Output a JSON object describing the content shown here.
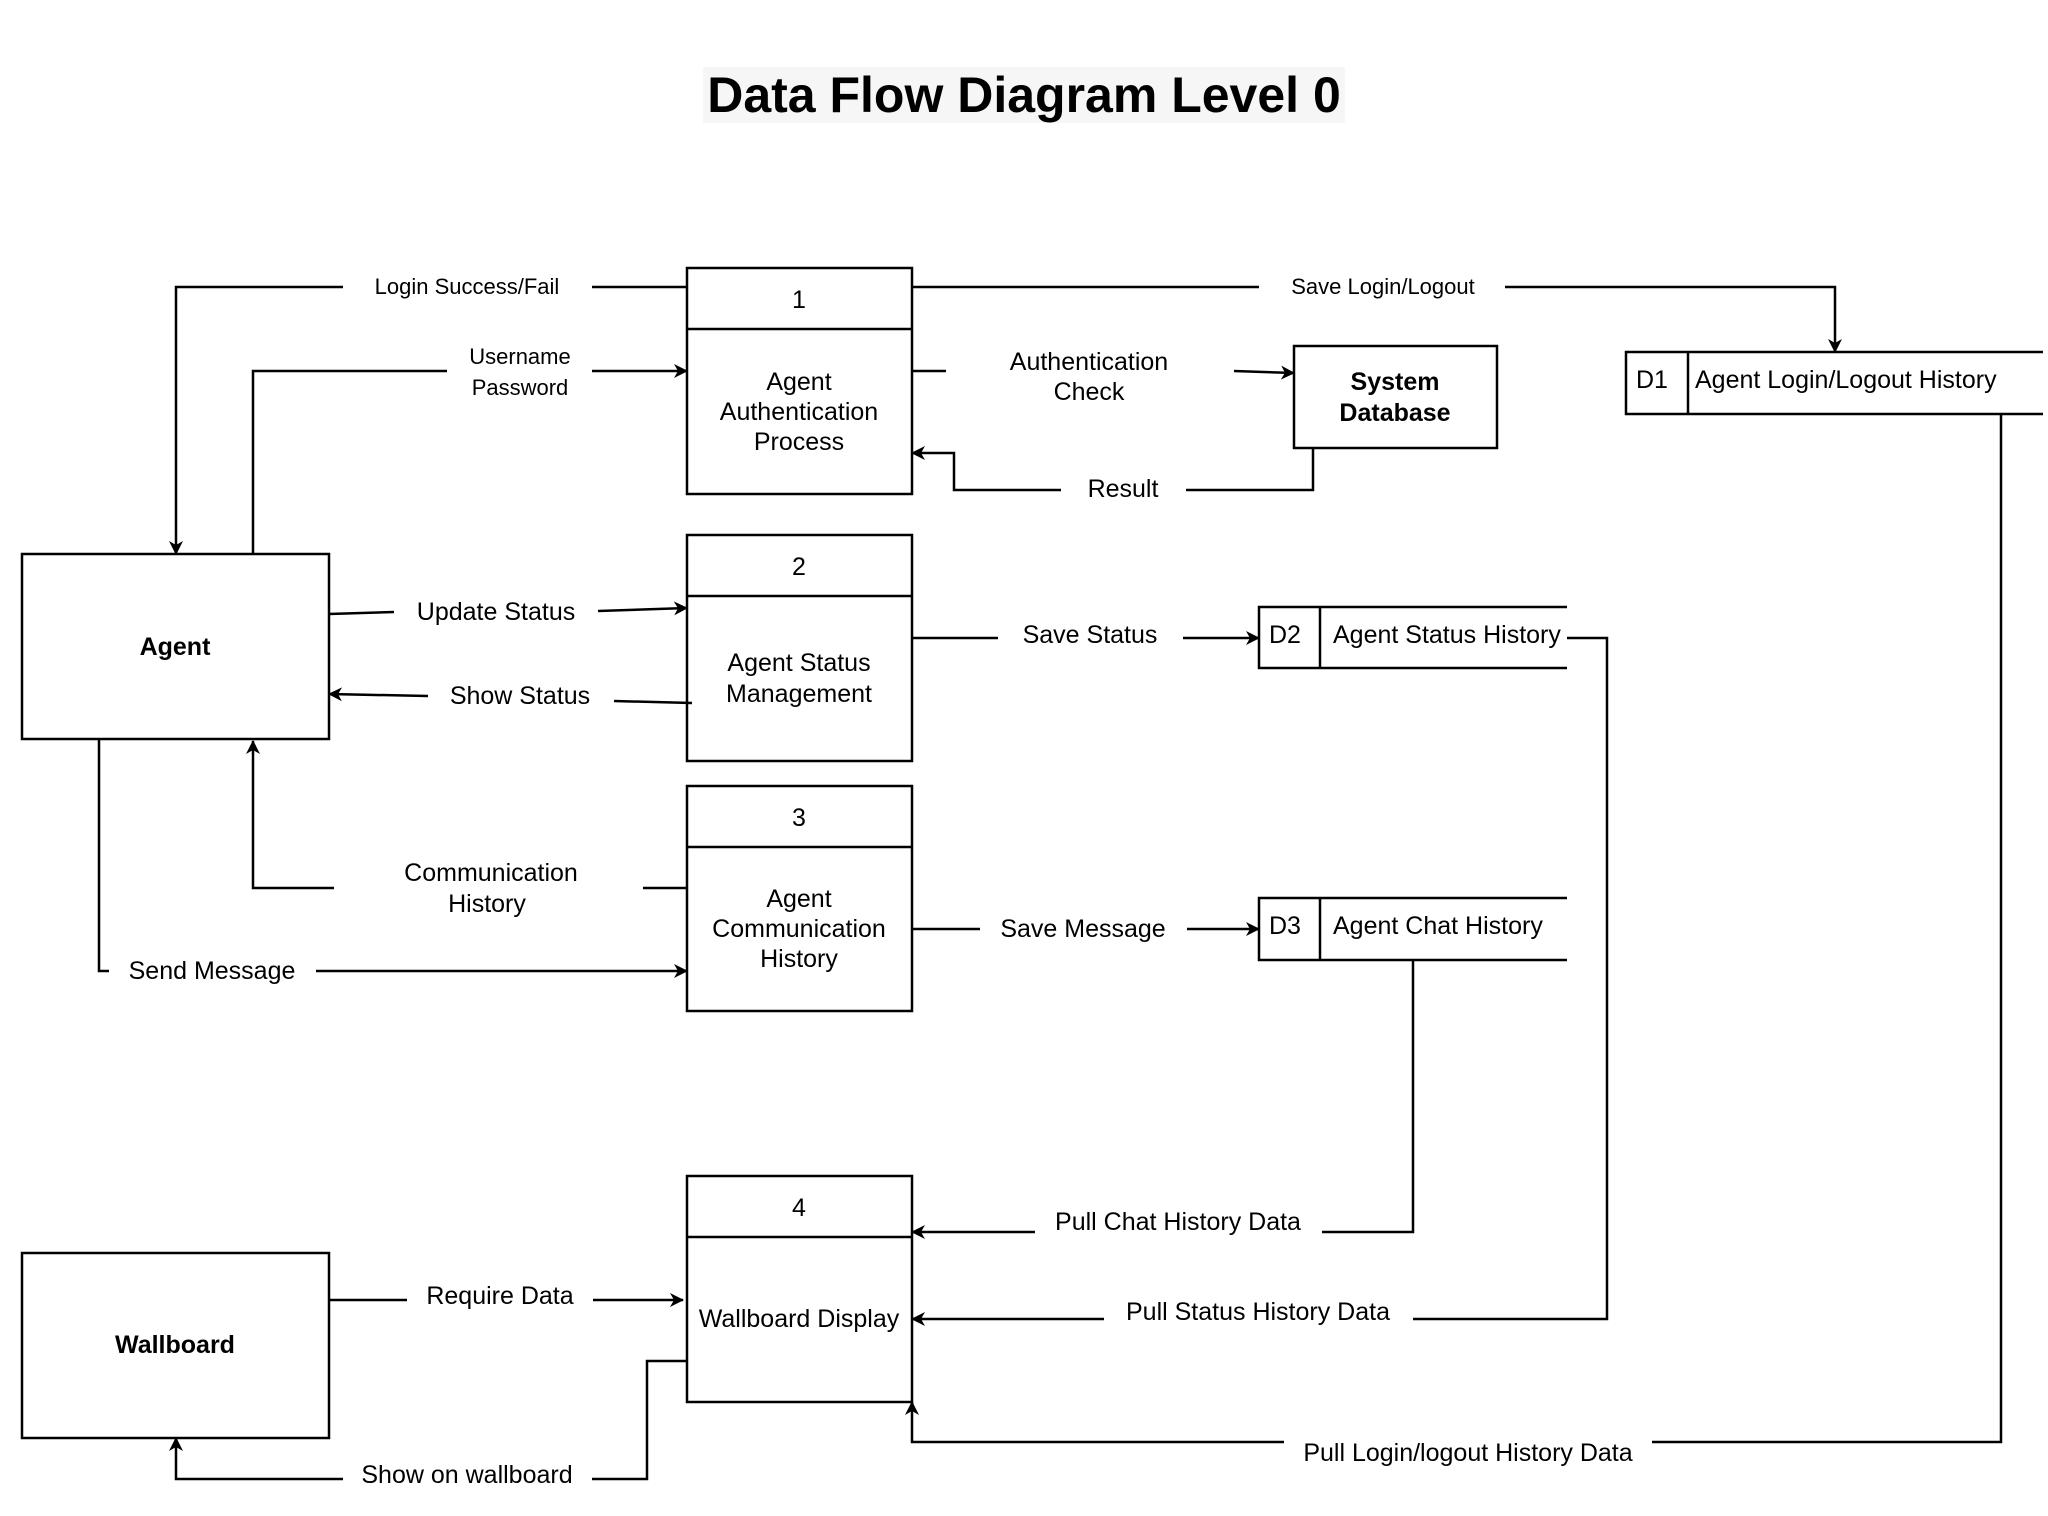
{
  "title": "Data Flow Diagram Level 0",
  "entities": {
    "agent": "Agent",
    "wallboard": "Wallboard",
    "system_db": [
      "System",
      "Database"
    ]
  },
  "processes": [
    {
      "number": "1",
      "name": [
        "Agent",
        "Authentication",
        "Process"
      ]
    },
    {
      "number": "2",
      "name": [
        "Agent Status",
        "Management"
      ]
    },
    {
      "number": "3",
      "name": [
        "Agent",
        "Communication",
        "History"
      ]
    },
    {
      "number": "4",
      "name": [
        "Wallboard Display"
      ]
    }
  ],
  "stores": [
    {
      "id": "D1",
      "name": "Agent Login/Logout History"
    },
    {
      "id": "D2",
      "name": "Agent Status History"
    },
    {
      "id": "D3",
      "name": "Agent Chat History"
    }
  ],
  "flows": {
    "login_result": "Login Success/Fail",
    "credentials": [
      "Username",
      "Password"
    ],
    "save_login": "Save Login/Logout",
    "auth_check": [
      "Authentication",
      "Check"
    ],
    "result": "Result",
    "update_status": "Update Status",
    "show_status": "Show Status",
    "save_status": "Save Status",
    "comm_history": [
      "Communication",
      "History"
    ],
    "send_message": "Send Message",
    "save_message": "Save Message",
    "pull_chat": "Pull Chat History Data",
    "require_data": "Require Data",
    "pull_status": "Pull Status History Data",
    "show_wallboard": "Show on wallboard",
    "pull_login": "Pull Login/logout History Data"
  }
}
